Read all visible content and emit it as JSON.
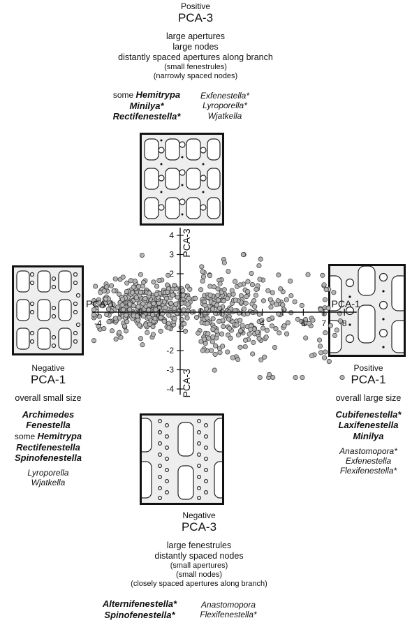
{
  "top": {
    "sign": "Positive",
    "axis": "PCA-3",
    "chars": [
      "large apertures",
      "large nodes",
      "distantly spaced apertures along branch"
    ],
    "small_chars": [
      "(small fenestrules)",
      "(narrowly spaced nodes)"
    ],
    "genera_left": [
      {
        "prefix": "some ",
        "name": "Hemitrypa"
      },
      {
        "prefix": "",
        "name": "Minilya*"
      },
      {
        "prefix": "",
        "name": "Rectifenestella*"
      }
    ],
    "genera_right": [
      "Exfenestella*",
      "Lyroporella*",
      "Wjatkella"
    ]
  },
  "left": {
    "sign": "Negative",
    "axis": "PCA-1",
    "chars": [
      "overall small size"
    ],
    "genera_main": [
      {
        "prefix": "",
        "name": "Archimedes"
      },
      {
        "prefix": "",
        "name": "Fenestella"
      },
      {
        "prefix": "some ",
        "name": "Hemitrypa"
      },
      {
        "prefix": "",
        "name": "Rectifenestella"
      },
      {
        "prefix": "",
        "name": "Spinofenestella"
      }
    ],
    "genera_minor": [
      "Lyroporella",
      "Wjatkella"
    ]
  },
  "right": {
    "sign": "Positive",
    "axis": "PCA-1",
    "chars": [
      "overall large size"
    ],
    "genera_main": [
      "Cubifenestella*",
      "Laxifenestella",
      "Minilya"
    ],
    "genera_minor": [
      "Anastomopora*",
      "Exfenestella",
      "Flexifenestella*"
    ]
  },
  "bottom": {
    "sign": "Negative",
    "axis": "PCA-3",
    "chars": [
      "large fenestrules",
      "distantly spaced nodes"
    ],
    "small_chars": [
      "(small apertures)",
      "(small nodes)",
      "(closely spaced apertures along branch)"
    ],
    "genera_left": [
      "Alternifenestella*",
      "Spinofenestella*"
    ],
    "genera_right": [
      "Anastomopora",
      "Flexifenestella*"
    ]
  },
  "chart_data": {
    "type": "scatter",
    "x_label": "PCA-1",
    "y_label": "PCA-3",
    "x_ticks": [
      "-4",
      "-3",
      "-2",
      "-1",
      "1",
      "2",
      "3",
      "4",
      "5",
      "6",
      "7",
      "8"
    ],
    "x_tick_labels_shown": [
      "-4",
      "4",
      "6",
      "7",
      "8"
    ],
    "y_ticks": [
      "-4",
      "-3",
      "-2",
      "-1",
      "1",
      "2",
      "3",
      "4"
    ],
    "y_tick_labels_shown": [
      "4",
      "3",
      "2",
      "-2",
      "-3",
      "-4"
    ],
    "xlim": [
      -4.3,
      8.6
    ],
    "ylim": [
      -4.3,
      4.4
    ],
    "point_count": 700,
    "point_color": "#b4b4b4",
    "note": "dense point cloud centred near origin, extending to the right (x up to ~8.5) with spread in y from about -3.5 to 3"
  }
}
